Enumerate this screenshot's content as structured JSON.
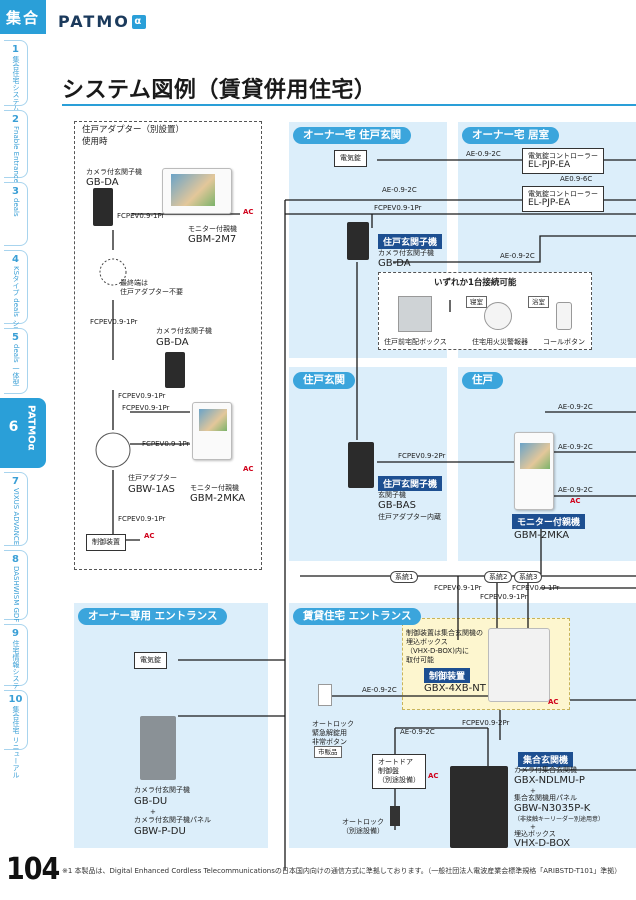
{
  "rail": {
    "head": "集合",
    "tabs": [
      {
        "num": "1",
        "label": "集合住宅システム ご選択にあたって"
      },
      {
        "num": "2",
        "label": "Fnable Entrance"
      },
      {
        "num": "3",
        "label": "deals"
      },
      {
        "num": "4",
        "label": "KSタイプ deals システム"
      },
      {
        "num": "5",
        "label": "deals 一体型"
      },
      {
        "num": "6",
        "label": "PATMOα"
      },
      {
        "num": "7",
        "label": "VIXUS ADVANCE"
      },
      {
        "num": "8",
        "label": "DASHWISM GDF"
      },
      {
        "num": "9",
        "label": "住宅情報システム"
      },
      {
        "num": "10",
        "label": "集合住宅 リニューアル"
      }
    ]
  },
  "brand": {
    "text": "PATMO",
    "alpha": "α"
  },
  "page": {
    "title": "システム図例（賃貸併用住宅）",
    "number": "104",
    "footnote": "※1 本製品は、Digital Enhanced Cordless Telecommunicationsの日本国内向けの通信方式に準拠しております。（一般社団法人電波産業会標準規格「ARIBSTD-T101」準拠）"
  },
  "adapter_box": {
    "heading1": "住戸アダプター（別設置）",
    "heading2": "使用時",
    "cam1_title": "カメラ付玄関子機",
    "cam1_model": "GB-DA",
    "cable1": "FCPEV0.9-1Pr",
    "monitor1_title": "モニター付親機",
    "monitor1_model": "GBM-2M7",
    "ac": "AC",
    "terminal_note1": "最終端は",
    "terminal_note2": "住戸アダプター不要",
    "cable2": "FCPEV0.9-1Pr",
    "cam2_title": "カメラ付玄関子機",
    "cam2_model": "GB-DA",
    "cable3": "FCPEV0.9-1Pr",
    "cable4": "FCPEV0.9-1Pr",
    "cable5": "FCPEV0.9-1Pr",
    "adapter_title": "住戸アダプター",
    "adapter_model": "GBW-1AS",
    "monitor2_title": "モニター付親機",
    "monitor2_model": "GBM-2MKA",
    "cable6": "FCPEV0.9-1Pr",
    "control": "制御装置"
  },
  "owner_entrance": {
    "head": "オーナー宅 住戸玄関",
    "lock": "電気錠",
    "cable_ae": "AE-0.9-2C",
    "cable_fc": "FCPEV0.9-1Pr",
    "navy": "住戸玄関子機",
    "cam_title": "カメラ付玄関子機",
    "cam_model": "GB-DA"
  },
  "owner_living": {
    "head": "オーナー宅 居室",
    "cable_ae": "AE-0.9-2C",
    "ctrl1_title": "電気錠コントローラー",
    "ctrl1_model": "EL-PJP-EA",
    "cable_6c": "AE0.9-6C",
    "ctrl2_title": "電気錠コントローラー",
    "ctrl2_model": "EL-PJP-EA",
    "cable_ae2": "AE-0.9-2C"
  },
  "optional": {
    "title": "いずれか1台接続可能",
    "tag_bed": "寝室",
    "tag_bath": "浴室",
    "delivery": "住戸前宅配ボックス",
    "alarm": "住宅用火災警報器",
    "call": "コールボタン"
  },
  "unit_entrance": {
    "head": "住戸玄関",
    "cable": "FCPEV0.9-2Pr",
    "navy": "住戸玄関子機",
    "cam_title": "玄関子機",
    "cam_model": "GB-BAS",
    "cam_note": "住戸アダプター内蔵"
  },
  "unit_room": {
    "head": "住戸",
    "cable1": "AE-0.9-2C",
    "cable2": "AE-0.9-2C",
    "cable3": "AE-0.9-2C",
    "ac": "AC",
    "navy": "モニター付親機",
    "model": "GBM-2MKA"
  },
  "systems": {
    "s1": "系統1",
    "s2": "系統2",
    "s3": "系統3",
    "c1": "FCPEV0.9-1Pr",
    "c2": "FCPEV0.9-1Pr",
    "c3": "FCPEV0.9-1Pr"
  },
  "owner_only": {
    "head": "オーナー専用 エントランス",
    "lock": "電気錠",
    "cam_title": "カメラ付玄関子機",
    "cam_model": "GB-DU",
    "plus": "+",
    "panel_title": "カメラ付玄関子機パネル",
    "panel_model": "GBW-P-DU"
  },
  "rental_entrance": {
    "head": "賃貸住宅 エントランス",
    "note1": "制御装置は集合玄関機の",
    "note2": "埋込ボックス",
    "note3": "（VHX-D-BOX)内に",
    "note4": "取付可能",
    "navy": "制御装置",
    "model": "GBX-4XB-NT",
    "cable_ae1": "AE-0.9-2C",
    "cable_ae2": "AE-0.9-2C",
    "cable_fc": "FCPEV0.9-2Pr",
    "autolock1": "オートロック",
    "autolock2": "緊急解錠用",
    "autolock3": "非常ボタン",
    "market": "市販品",
    "door1": "オートドア",
    "door2": "制御盤",
    "door3": "（別途設備）",
    "ac1": "AC",
    "ac2": "AC",
    "lock1": "オートロック",
    "lock2": "（別途設備）",
    "navy2": "集合玄関機",
    "ent_title": "カメラ付集合玄関機",
    "ent_model": "GBX-NDLMU-P",
    "plus1": "+",
    "panel_title": "集合玄関機用パネル",
    "panel_model": "GBW-N3035P-K",
    "panel_note": "（非接触キーリーダー別途用意）",
    "plus2": "+",
    "box_title": "埋込ボックス",
    "box_model": "VHX-D-BOX"
  },
  "colors": {
    "accent": "#2a9fd8",
    "zone": "#dceefa",
    "navy": "#1d4f91",
    "ac": "#d0021b"
  }
}
